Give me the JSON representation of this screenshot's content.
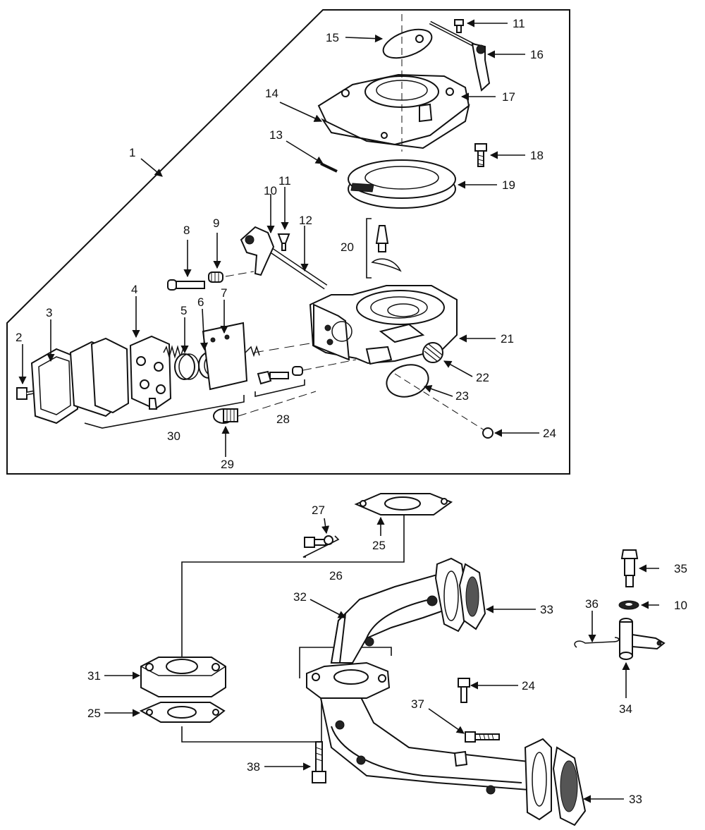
{
  "callouts": {
    "c1": "1",
    "c2": "2",
    "c3": "3",
    "c4": "4",
    "c5": "5",
    "c6": "6",
    "c7": "7",
    "c8": "8",
    "c9": "9",
    "c10a": "10",
    "c10b": "10",
    "c11a": "11",
    "c11b": "11",
    "c12": "12",
    "c13": "13",
    "c14": "14",
    "c15": "15",
    "c16": "16",
    "c17": "17",
    "c18": "18",
    "c19": "19",
    "c20": "20",
    "c21": "21",
    "c22": "22",
    "c23": "23",
    "c24a": "24",
    "c24b": "24",
    "c25a": "25",
    "c25b": "25",
    "c26": "26",
    "c27": "27",
    "c28": "28",
    "c29": "29",
    "c30": "30",
    "c31": "31",
    "c32": "32",
    "c33a": "33",
    "c33b": "33",
    "c34": "34",
    "c35": "35",
    "c36": "36",
    "c37": "37",
    "c38": "38"
  }
}
